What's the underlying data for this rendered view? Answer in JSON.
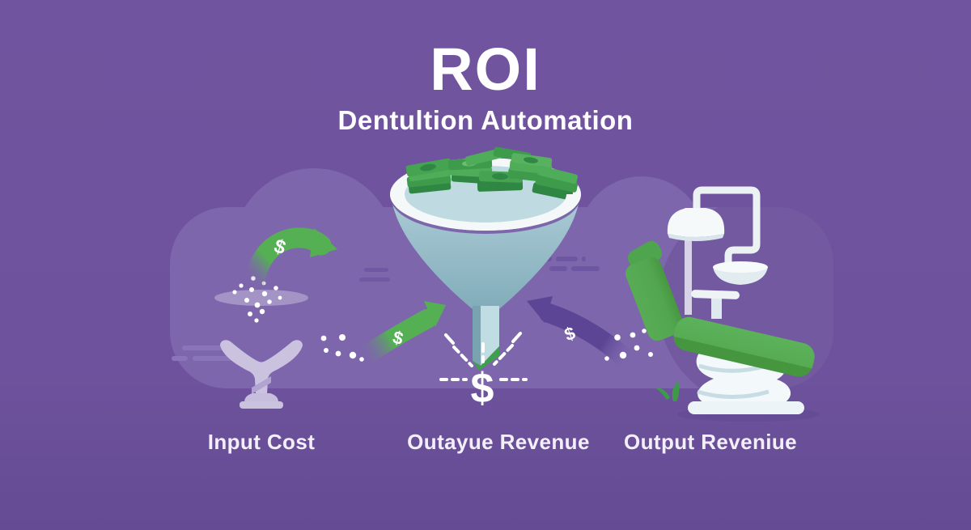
{
  "title": "ROI",
  "subtitle": "Dentultion Automation",
  "labels": {
    "input": "Input Cost",
    "middle": "Outayue Revenue",
    "output": "Output Reveniue"
  },
  "symbols": {
    "dollar": "$"
  },
  "colors": {
    "background": "#6F549F",
    "blob": "#7D66AC",
    "chair_circle": "#73599F",
    "arrow_green": "#55B054",
    "arrow_purple": "#5B4594",
    "funnel_rim": "#F4F8F8",
    "funnel_inner": "#BFDBE1",
    "funnel_body": "#9DC2CD",
    "money_green": "#3FA04F",
    "chair_green": "#57AD54",
    "chair_white": "#F3F8FA",
    "glass_lavender": "#CBC2E0",
    "text": "#FFFFFF"
  }
}
